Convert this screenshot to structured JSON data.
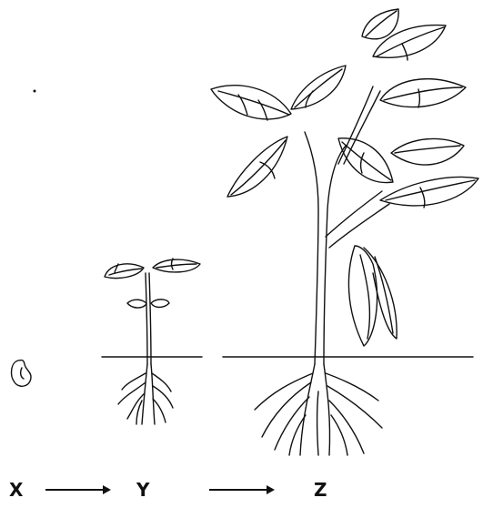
{
  "labels": {
    "x": "X",
    "y": "Y",
    "z": "Z"
  },
  "colors": {
    "ink": "#111111",
    "background": "#ffffff"
  }
}
